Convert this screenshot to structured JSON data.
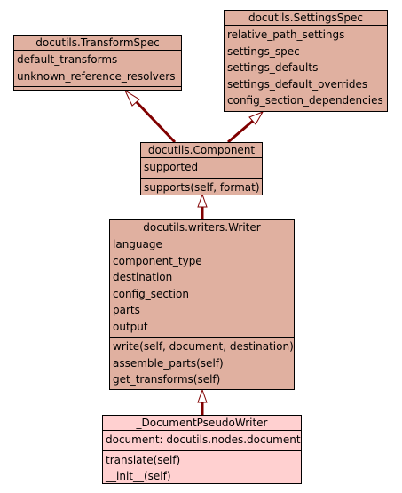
{
  "classes": {
    "transform_spec": {
      "name": "docutils.TransformSpec",
      "attributes": [
        "default_transforms",
        "unknown_reference_resolvers"
      ],
      "methods": []
    },
    "settings_spec": {
      "name": "docutils.SettingsSpec",
      "attributes": [
        "relative_path_settings",
        "settings_spec",
        "settings_defaults",
        "settings_default_overrides",
        "config_section_dependencies"
      ],
      "methods": []
    },
    "component": {
      "name": "docutils.Component",
      "attributes": [
        "supported"
      ],
      "methods": [
        "supports(self, format)"
      ]
    },
    "writer": {
      "name": "docutils.writers.Writer",
      "attributes": [
        "language",
        "component_type",
        "destination",
        "config_section",
        "parts",
        "output"
      ],
      "methods": [
        "write(self, document, destination)",
        "assemble_parts(self)",
        "get_transforms(self)"
      ]
    },
    "pseudo_writer": {
      "name": "_DocumentPseudoWriter",
      "attributes": [
        "document: docutils.nodes.document"
      ],
      "methods": [
        "translate(self)",
        "__init__(self)"
      ]
    }
  },
  "colors": {
    "class_fill": "#e0b0a0",
    "focus_fill": "#ffd0d0",
    "edge_color": "#800000"
  }
}
